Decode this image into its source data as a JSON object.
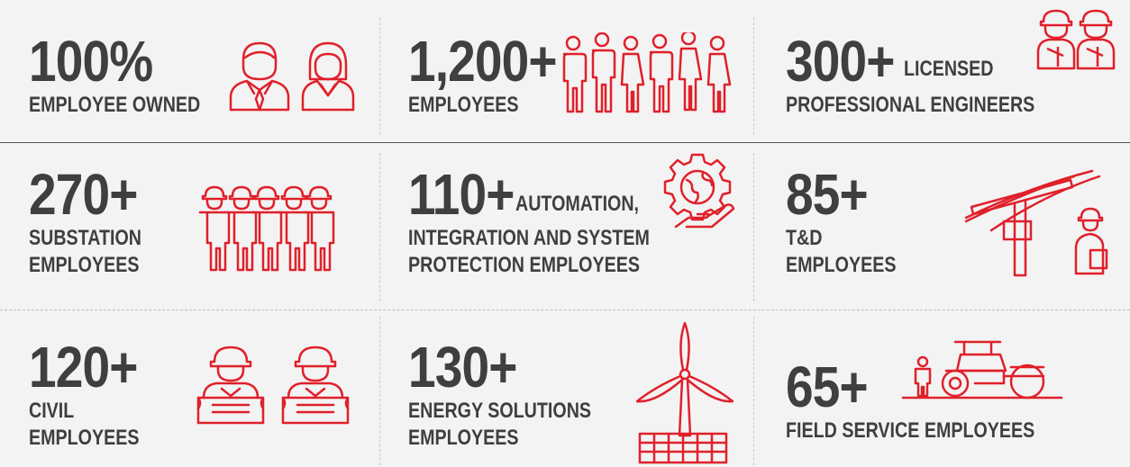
{
  "stats": [
    {
      "id": "owned",
      "number": "100%",
      "label": [
        "EMPLOYEE OWNED"
      ],
      "icon": "business-people-icon"
    },
    {
      "id": "employees",
      "number": "1,200+",
      "label": [
        "EMPLOYEES"
      ],
      "icon": "people-group-icon"
    },
    {
      "id": "engineers",
      "number": "300+",
      "label_inline": "LICENSED",
      "label": [
        "PROFESSIONAL ENGINEERS"
      ],
      "icon": "engineers-icon"
    },
    {
      "id": "substation",
      "number": "270+",
      "label": [
        "SUBSTATION",
        "EMPLOYEES"
      ],
      "icon": "workers-group-icon"
    },
    {
      "id": "automation",
      "number": "110+",
      "label_inline": "AUTOMATION,",
      "label": [
        "INTEGRATION AND SYSTEM",
        "PROTECTION EMPLOYEES"
      ],
      "icon": "gear-globe-hand-icon"
    },
    {
      "id": "td",
      "number": "85+",
      "label": [
        "T&D",
        "EMPLOYEES"
      ],
      "icon": "power-pole-worker-icon"
    },
    {
      "id": "civil",
      "number": "120+",
      "label": [
        "CIVIL",
        "EMPLOYEES"
      ],
      "icon": "engineers-blueprint-icon"
    },
    {
      "id": "energy",
      "number": "130+",
      "label": [
        "ENERGY SOLUTIONS",
        "EMPLOYEES"
      ],
      "icon": "wind-turbine-solar-icon"
    },
    {
      "id": "field",
      "number": "65+",
      "label": [
        "FIELD SERVICE EMPLOYEES"
      ],
      "icon": "road-roller-worker-icon"
    }
  ],
  "colors": {
    "accent": "#e0202a",
    "text": "#3f3f3f",
    "background": "#f3f3f3"
  }
}
